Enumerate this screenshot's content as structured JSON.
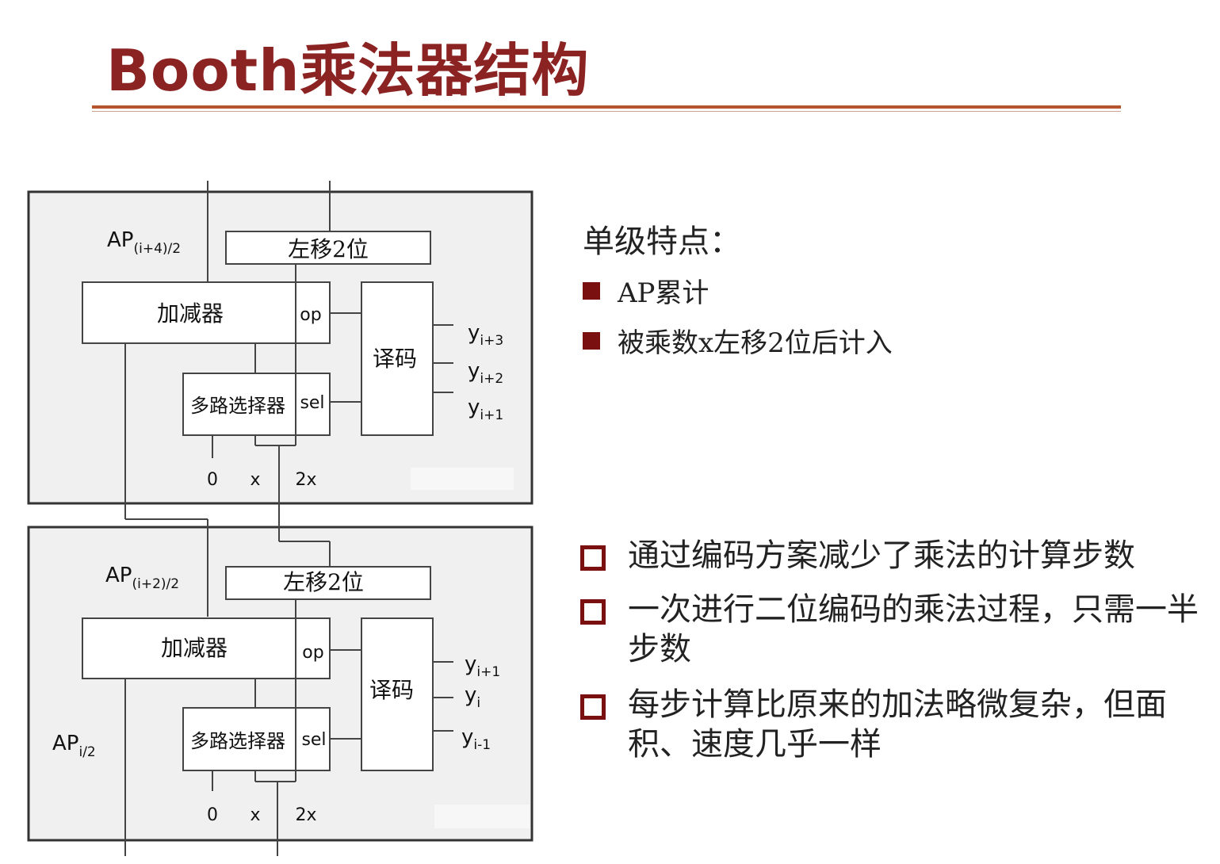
{
  "title": "Booth乘法器结构",
  "colors": {
    "title": "#8b2323",
    "rule": "#b5542d",
    "bullet": "#7a1010"
  },
  "diagram": {
    "stage1": {
      "ap_main": "AP",
      "ap_sub": "(i+4)/2",
      "shift": "左移2位",
      "adder": "加减器",
      "op": "op",
      "decoder": "译码",
      "mux": "多路选择器",
      "sel": "sel",
      "y1_main": "y",
      "y1_sub": "i+3",
      "y2_main": "y",
      "y2_sub": "i+2",
      "y3_main": "y",
      "y3_sub": "i+1",
      "in0": "0",
      "inx": "x",
      "in2x": "2x"
    },
    "stage2": {
      "ap_main": "AP",
      "ap_sub": "(i+2)/2",
      "shift": "左移2位",
      "adder": "加减器",
      "op": "op",
      "decoder": "译码",
      "mux": "多路选择器",
      "sel": "sel",
      "y1_main": "y",
      "y1_sub": "i+1",
      "y2_main": "y",
      "y2_sub": "i",
      "y3_main": "y",
      "y3_sub": "i-1",
      "in0": "0",
      "inx": "x",
      "in2x": "2x",
      "ap_out_main": "AP",
      "ap_out_sub": "i/2"
    }
  },
  "features": {
    "heading": "单级特点：",
    "items": [
      "AP累计",
      "被乘数x左移2位后计入"
    ]
  },
  "bullets": [
    "通过编码方案减少了乘法的计算步数",
    "一次进行二位编码的乘法过程，只需一半步数",
    "每步计算比原来的加法略微复杂，但面积、速度几乎一样"
  ]
}
